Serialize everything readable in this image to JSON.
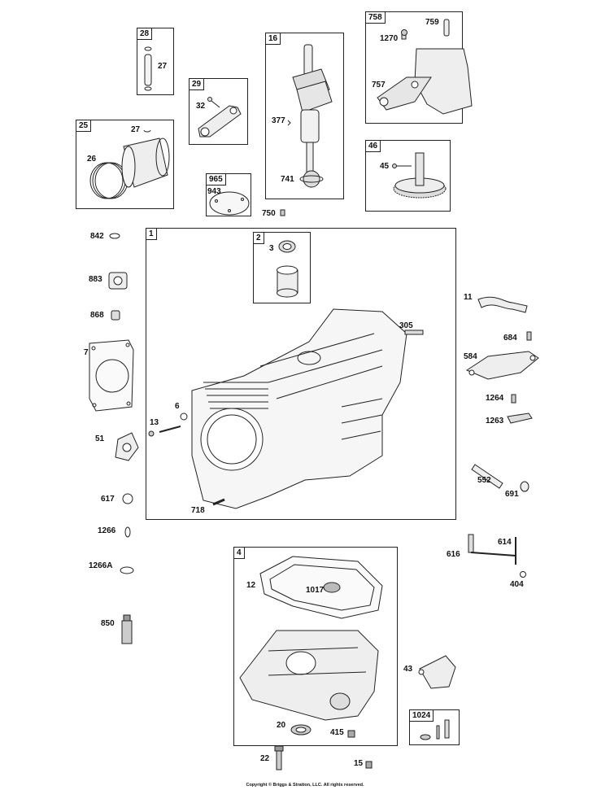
{
  "callouts": {
    "c28": "28",
    "c27a": "27",
    "c29": "29",
    "c32": "32",
    "c16": "16",
    "c377": "377",
    "c741": "741",
    "c758": "758",
    "c759": "759",
    "c1270": "1270",
    "c757": "757",
    "c25": "25",
    "c27b": "27",
    "c26": "26",
    "c965": "965",
    "c943": "943",
    "c750": "750",
    "c46": "46",
    "c45": "45",
    "c842": "842",
    "c883": "883",
    "c868": "868",
    "c7": "7",
    "c51": "51",
    "c617": "617",
    "c1266": "1266",
    "c1266A": "1266A",
    "c850": "850",
    "c1": "1",
    "c2": "2",
    "c3": "3",
    "c305": "305",
    "c6": "6",
    "c13": "13",
    "c718": "718",
    "c11": "11",
    "c684": "684",
    "c584": "584",
    "c1264": "1264",
    "c1263": "1263",
    "c552": "552",
    "c691": "691",
    "c614": "614",
    "c616": "616",
    "c404": "404",
    "c4": "4",
    "c12": "12",
    "c1017": "1017",
    "c20": "20",
    "c415": "415",
    "c43": "43",
    "c1024": "1024",
    "c22": "22",
    "c15": "15"
  },
  "footer": {
    "copyright": "Copyright © Briggs & Stratton, LLC. All rights reserved."
  }
}
